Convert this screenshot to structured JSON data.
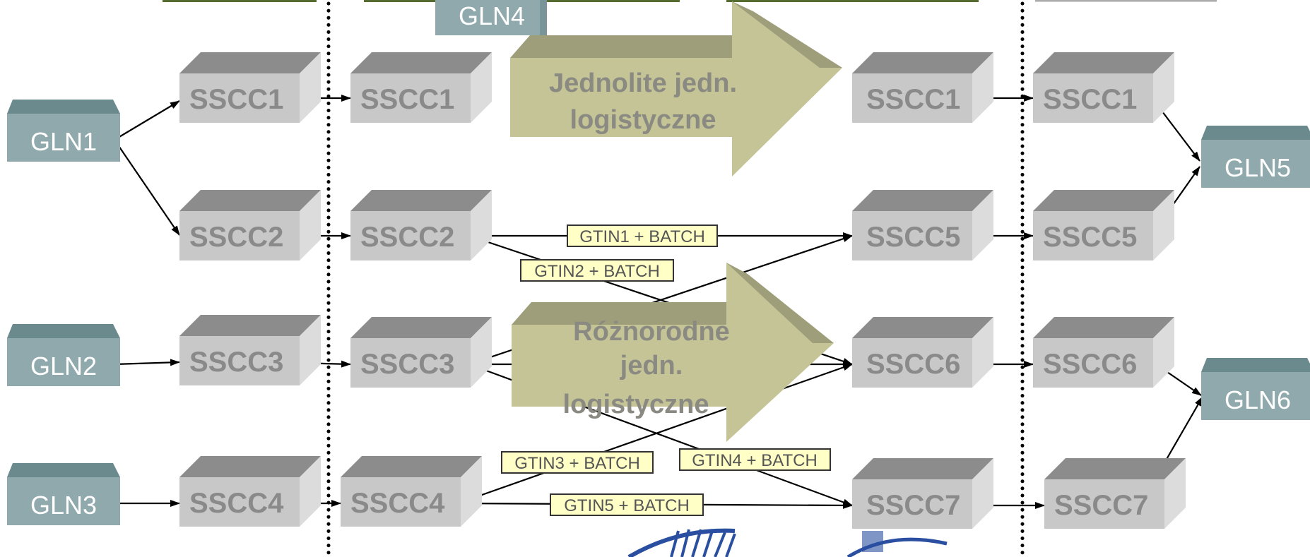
{
  "glns": {
    "gln1": "GLN1",
    "gln2": "GLN2",
    "gln3": "GLN3",
    "gln4": "GLN4",
    "gln5": "GLN5",
    "gln6": "GLN6"
  },
  "sscc": {
    "s1": "SSCC1",
    "s2": "SSCC2",
    "s3": "SSCC3",
    "s4": "SSCC4",
    "s5": "SSCC5",
    "s6": "SSCC6",
    "s7": "SSCC7"
  },
  "tags": {
    "t1": "GTIN1 + BATCH",
    "t2": "GTIN2 + BATCH",
    "t3": "GTIN3 + BATCH",
    "t4": "GTIN4 + BATCH",
    "t5": "GTIN5 + BATCH"
  },
  "arrows": {
    "uniform": [
      "Jednolite jedn.",
      "logistyczne"
    ],
    "mixed": [
      "Różnorodne",
      "jedn.",
      "logistyczne"
    ]
  },
  "colors": {
    "gln_fill": "#8fa9ad",
    "sscc_fill": "#c8c8c8",
    "tag_fill": "#ffffc6",
    "big_arrow_fill": "#c4c497"
  }
}
